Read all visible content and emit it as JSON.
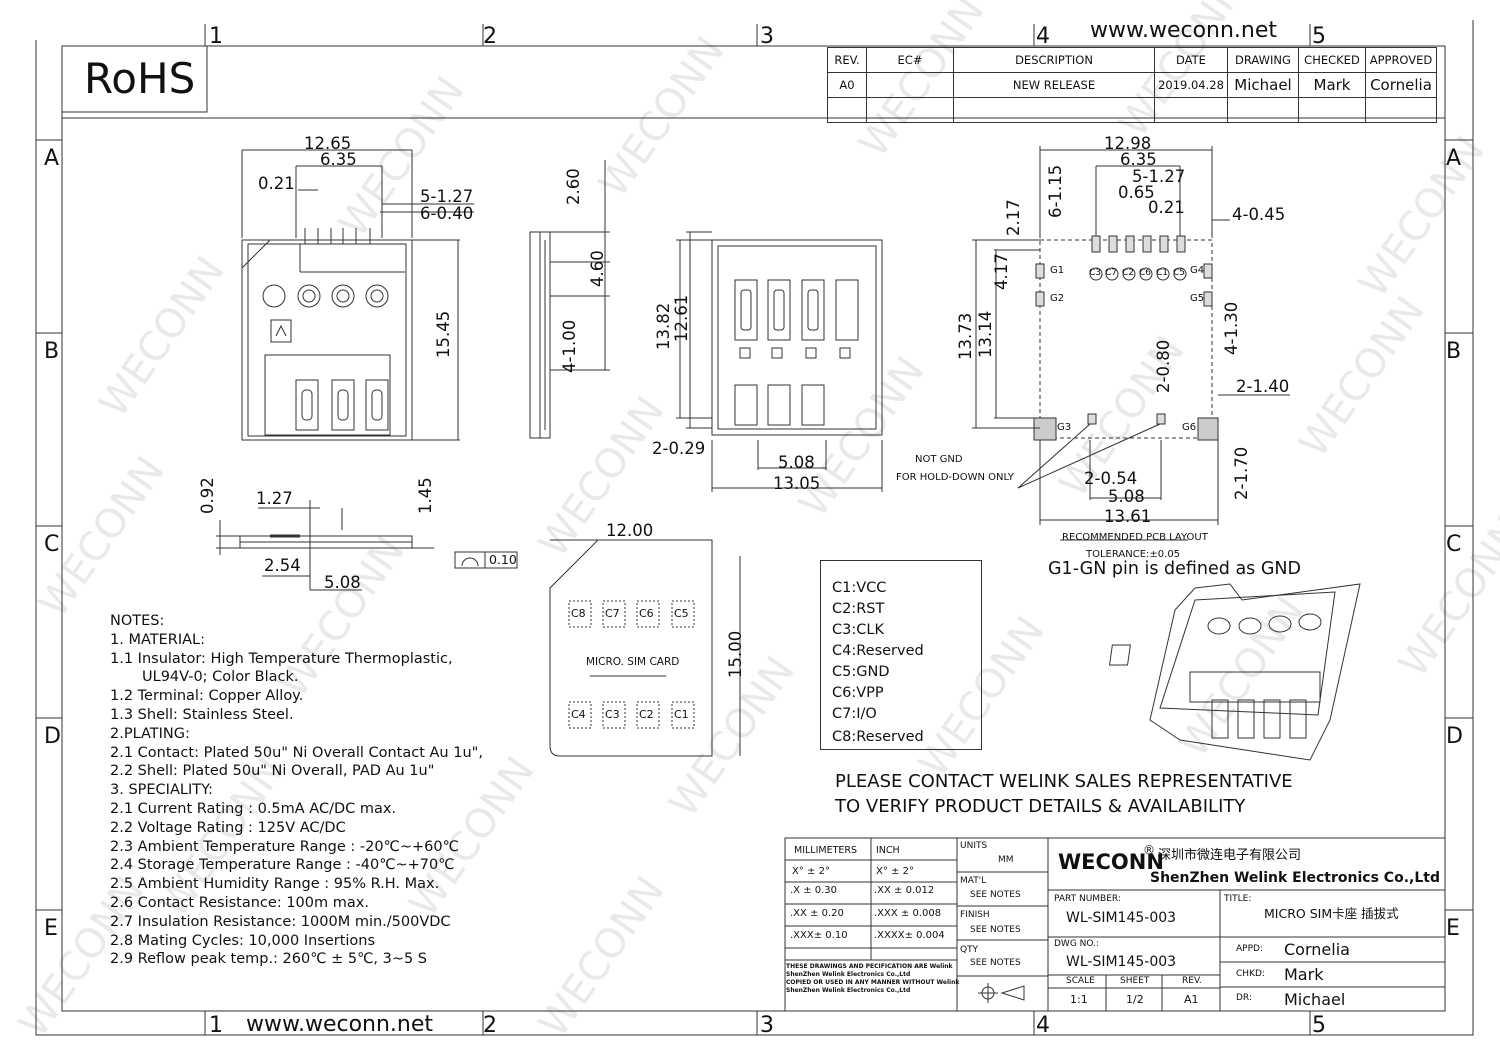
{
  "header": {
    "rohs": "RoHS",
    "website_top": "www.weconn.net",
    "website_bottom": "www.weconn.net",
    "watermark": "WECONN"
  },
  "zones": {
    "columns": [
      "1",
      "2",
      "3",
      "4",
      "5"
    ],
    "rows": [
      "A",
      "B",
      "C",
      "D",
      "E"
    ]
  },
  "revision_table": {
    "headers": [
      "REV.",
      "EC#",
      "DESCRIPTION",
      "DATE",
      "DRAWING",
      "CHECKED",
      "APPROVED"
    ],
    "row": [
      "A0",
      "",
      "NEW RELEASE",
      "2019.04.28",
      "Michael",
      "Mark",
      "Cornelia"
    ]
  },
  "dimensions": {
    "top_view": [
      "12.65",
      "6.35",
      "0.21",
      "5-1.27",
      "6-0.40",
      "15.45"
    ],
    "side_view": [
      "2.60",
      "4.60",
      "4-1.00"
    ],
    "bottom_view": [
      "13.82",
      "12.61",
      "2-0.29",
      "5.08",
      "13.05"
    ],
    "pcb_layout": [
      "12.98",
      "6.35",
      "5-1.27",
      "0.65",
      "0.21",
      "6-1.15",
      "2.17",
      "4-0.45",
      "4.17",
      "13.73",
      "13.14",
      "4-1.30",
      "2-0.80",
      "2-1.40",
      "2-0.54",
      "5.08",
      "13.61",
      "2-1.70"
    ],
    "front_view": [
      "0.92",
      "1.27",
      "1.45",
      "2.54",
      "5.08",
      "0.10"
    ],
    "sim_card": [
      "12.00",
      "15.00"
    ]
  },
  "pad_labels": {
    "top": [
      "C3",
      "C7",
      "C2",
      "C6",
      "C1",
      "C5"
    ],
    "g": [
      "G1",
      "G2",
      "G3",
      "G4",
      "G5",
      "G6"
    ]
  },
  "pcb": {
    "not_gnd_line1": "NOT GND",
    "not_gnd_line2": "FOR HOLD-DOWN ONLY",
    "layout_title": "RECOMMENDED PCB LAYOUT",
    "tolerance": "TOLERANCE:±0.05",
    "gnd_note": "G1-GN pin is defined as GND"
  },
  "sim_card": {
    "label": "MICRO. SIM CARD",
    "top_contacts": [
      "C8",
      "C7",
      "C6",
      "C5"
    ],
    "bottom_contacts": [
      "C4",
      "C3",
      "C2",
      "C1"
    ]
  },
  "pin_map": [
    "C1:VCC",
    "C2:RST",
    "C3:CLK",
    "C4:Reserved",
    "C5:GND",
    "C6:VPP",
    "C7:I/O",
    "C8:Reserved"
  ],
  "notes": [
    "NOTES:",
    "1. MATERIAL:",
    "1.1 Insulator: High Temperature Thermoplastic,",
    "      UL94V-0; Color Black.",
    "1.2 Terminal: Copper Alloy.",
    "1.3 Shell: Stainless Steel.",
    "2.PLATING:",
    "2.1 Contact: Plated 50u\" Ni Overall Contact Au 1u\",",
    "2.2 Shell: Plated 50u\" Ni Overall, PAD Au 1u\"",
    "3. SPECIALITY:",
    "2.1 Current Rating : 0.5mA AC/DC max.",
    "2.2 Voltage Rating : 125V AC/DC",
    "2.3 Ambient Temperature Range : -20℃~+60℃",
    "2.4 Storage Temperature Range : -40℃~+70℃",
    "2.5 Ambient Humidity Range : 95% R.H. Max.",
    "2.6 Contact Resistance: 100m max.",
    "2.7 Insulation Resistance: 1000M min./500VDC",
    "2.8 Mating Cycles: 10,000 Insertions",
    "2.9 Reflow peak temp.: 260℃ ± 5℃, 3~5 S"
  ],
  "contact_notice": {
    "line1": "PLEASE CONTACT WELINK SALES REPRESENTATIVE",
    "line2": "TO VERIFY PRODUCT DETAILS & AVAILABILITY"
  },
  "title_block": {
    "tolerance_headers": [
      "MILLIMETERS",
      "INCH"
    ],
    "tolerance_rows": [
      [
        "X°  ±  2°",
        "X°  ±  2°"
      ],
      [
        ".X    ± 0.30",
        ".XX    ± 0.012"
      ],
      [
        ".XX  ± 0.20",
        ".XXX   ± 0.008"
      ],
      [
        ".XXX± 0.10",
        ".XXXX± 0.004"
      ]
    ],
    "units_label": "UNITS",
    "units_value": "MM",
    "matl_label": "MAT'L",
    "matl_value": "SEE NOTES",
    "finish_label": "FINISH",
    "finish_value": "SEE NOTES",
    "qty_label": "QTY",
    "qty_value": "SEE NOTES",
    "disclaimer": [
      "THESE DRAWINGS AND PECIFICATION ARE Welink",
      "ShenZhen Welink Electronics Co.,Ltd",
      "COPIED OR USED IN ANY MANNER WITHOUT Welink",
      "ShenZhen Welink Electronics Co.,Ltd"
    ],
    "brand": "WECONN",
    "reg_mark": "®",
    "company_cn": "深圳市微连电子有限公司",
    "company_en": "ShenZhen Welink Electronics Co.,Ltd",
    "part_no_label": "PART NUMBER:",
    "part_no": "WL-SIM145-003",
    "title_label": "TITLE:",
    "title": "MICRO SIM卡座 插拔式",
    "dwg_no_label": "DWG NO.:",
    "dwg_no": "WL-SIM145-003",
    "scale_label": "SCALE",
    "scale": "1:1",
    "sheet_label": "SHEET",
    "sheet": "1/2",
    "rev_label": "REV.",
    "rev": "A1",
    "appd_label": "APPD:",
    "appd": "Cornelia",
    "chkd_label": "CHKD:",
    "chkd": "Mark",
    "dr_label": "DR:",
    "dr": "Michael"
  }
}
